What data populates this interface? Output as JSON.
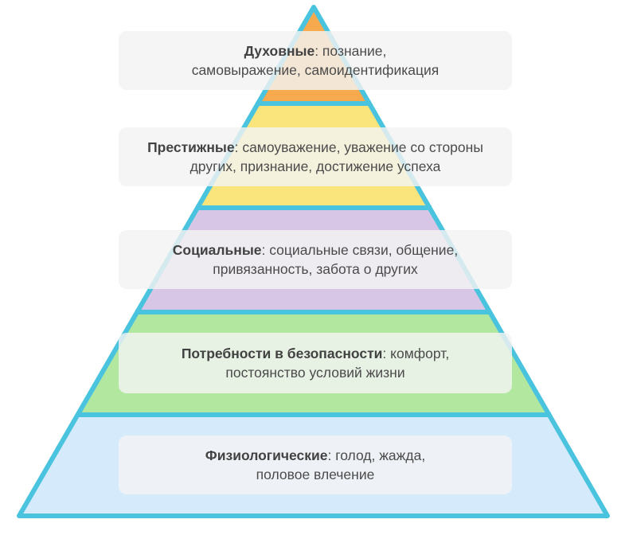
{
  "pyramid": {
    "outline_color": "#4AC4DE",
    "label_box_color": "rgba(243,243,243,0.82)",
    "text_color": "#4B4B4B",
    "levels": [
      {
        "color": "#F7A94E",
        "line1_bold": "Духовные",
        "line1_rest": ": познание,",
        "line2": "самовыражение, самоидентификация"
      },
      {
        "color": "#FAE57D",
        "line1_bold": "Престижные",
        "line1_rest": ": самоуважение, уважение со стороны",
        "line2": "других, признание, достижение успеха"
      },
      {
        "color": "#D8C6E7",
        "line1_bold": "Социальные",
        "line1_rest": ": социальные связи, общение,",
        "line2": "привязанность, забота о других"
      },
      {
        "color": "#B2E7A0",
        "line1_bold": "Потребности в безопасности",
        "line1_rest": ": комфорт,",
        "line2": "постоянство условий жизни"
      },
      {
        "color": "#D5EAFB",
        "line1_bold": "Физиологические",
        "line1_rest": ": голод, жажда,",
        "line2": "половое влечение"
      }
    ]
  }
}
